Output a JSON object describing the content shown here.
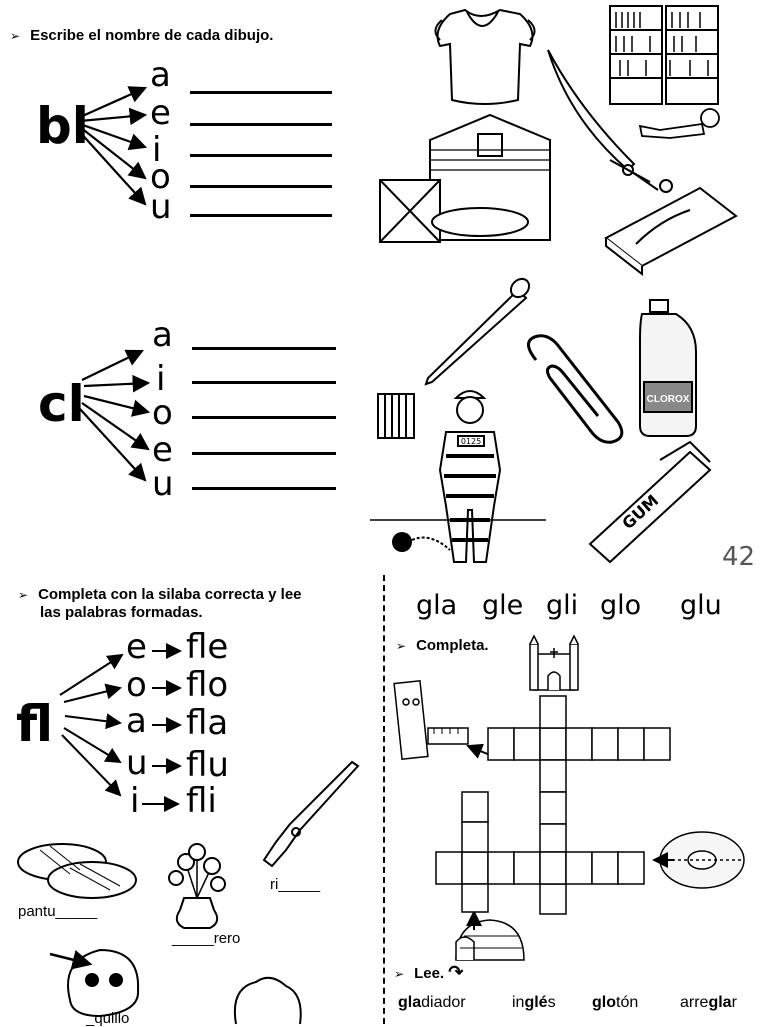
{
  "section1": {
    "instruction": "Escribe el nombre de cada dibujo.",
    "blend": "bl",
    "vowels": [
      "a",
      "e",
      "i",
      "o",
      "u"
    ]
  },
  "section2": {
    "blend": "cl",
    "vowels": [
      "a",
      "i",
      "o",
      "e",
      "u"
    ],
    "package_text": "GUM",
    "prisoner_number": "0125",
    "bottle_label": "CLOROX"
  },
  "page_number": "42",
  "section3": {
    "instruction_line1": "Completa  con la silaba correcta y lee",
    "instruction_line2": "las palabras formadas.",
    "blend": "fl",
    "pairs": [
      {
        "vowel": "e",
        "syllable": "fle"
      },
      {
        "vowel": "o",
        "syllable": "flo"
      },
      {
        "vowel": "a",
        "syllable": "fla"
      },
      {
        "vowel": "u",
        "syllable": "flu"
      },
      {
        "vowel": "i",
        "syllable": "fli"
      }
    ],
    "words": {
      "rifle": "ri_____",
      "slippers": "pantu_____",
      "vase": "_____rero",
      "girl": "_quillo"
    }
  },
  "section4": {
    "syllables": [
      "gla",
      "gle",
      "gli",
      "glo",
      "glu"
    ],
    "complete_label": "Completa.",
    "read_label": "Lee.",
    "read_words": [
      {
        "bold": "gla",
        "rest": "diador"
      },
      {
        "pre": "in",
        "bold": "glé",
        "rest": "s"
      },
      {
        "bold": "glo",
        "rest": "tón"
      },
      {
        "pre": "arre",
        "bold": "gla",
        "rest": "r"
      }
    ]
  },
  "icons": {
    "bullet": "arrow-bullet-icon"
  }
}
